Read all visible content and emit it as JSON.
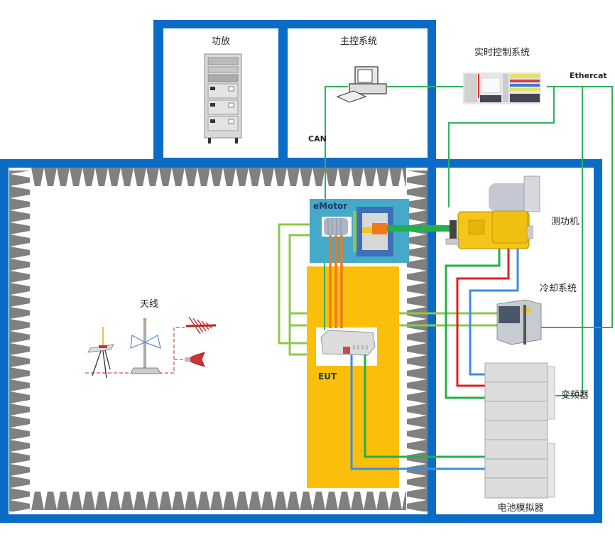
{
  "diagram": {
    "title": "",
    "rooms": {
      "amplifier_room": {
        "label": "功放"
      },
      "control_room": {
        "label": "主控系统"
      },
      "chamber": {
        "label": ""
      },
      "dyno_room": {
        "label": ""
      }
    },
    "components": {
      "realtime_control": {
        "label": "实时控制系统"
      },
      "ethercat": {
        "label": "Ethercat"
      },
      "can": {
        "label": "CAN"
      },
      "emotor": {
        "label": "eMotor"
      },
      "eut": {
        "label": "EUT"
      },
      "antenna": {
        "label": "天线"
      },
      "dynamometer": {
        "label": "测功机"
      },
      "cooling": {
        "label": "冷却系统"
      },
      "inverter": {
        "label": "变频器"
      },
      "battery_sim": {
        "label": "电池模拟器"
      }
    },
    "colors": {
      "wall_blue": "#0a6cc4",
      "absorber_gray": "#808080",
      "signal_green": "#2db35a",
      "cable_lightgreen": "#8cc84b",
      "coolant_red": "#e02020",
      "coolant_blue": "#3a8ee6",
      "hv_orange": "#f07a1a",
      "eut_yellow": "#fbbf0b",
      "emotor_teal": "#45a9c9",
      "shaft_green": "#22b04a",
      "dyno_yellow": "#f5c518"
    }
  }
}
